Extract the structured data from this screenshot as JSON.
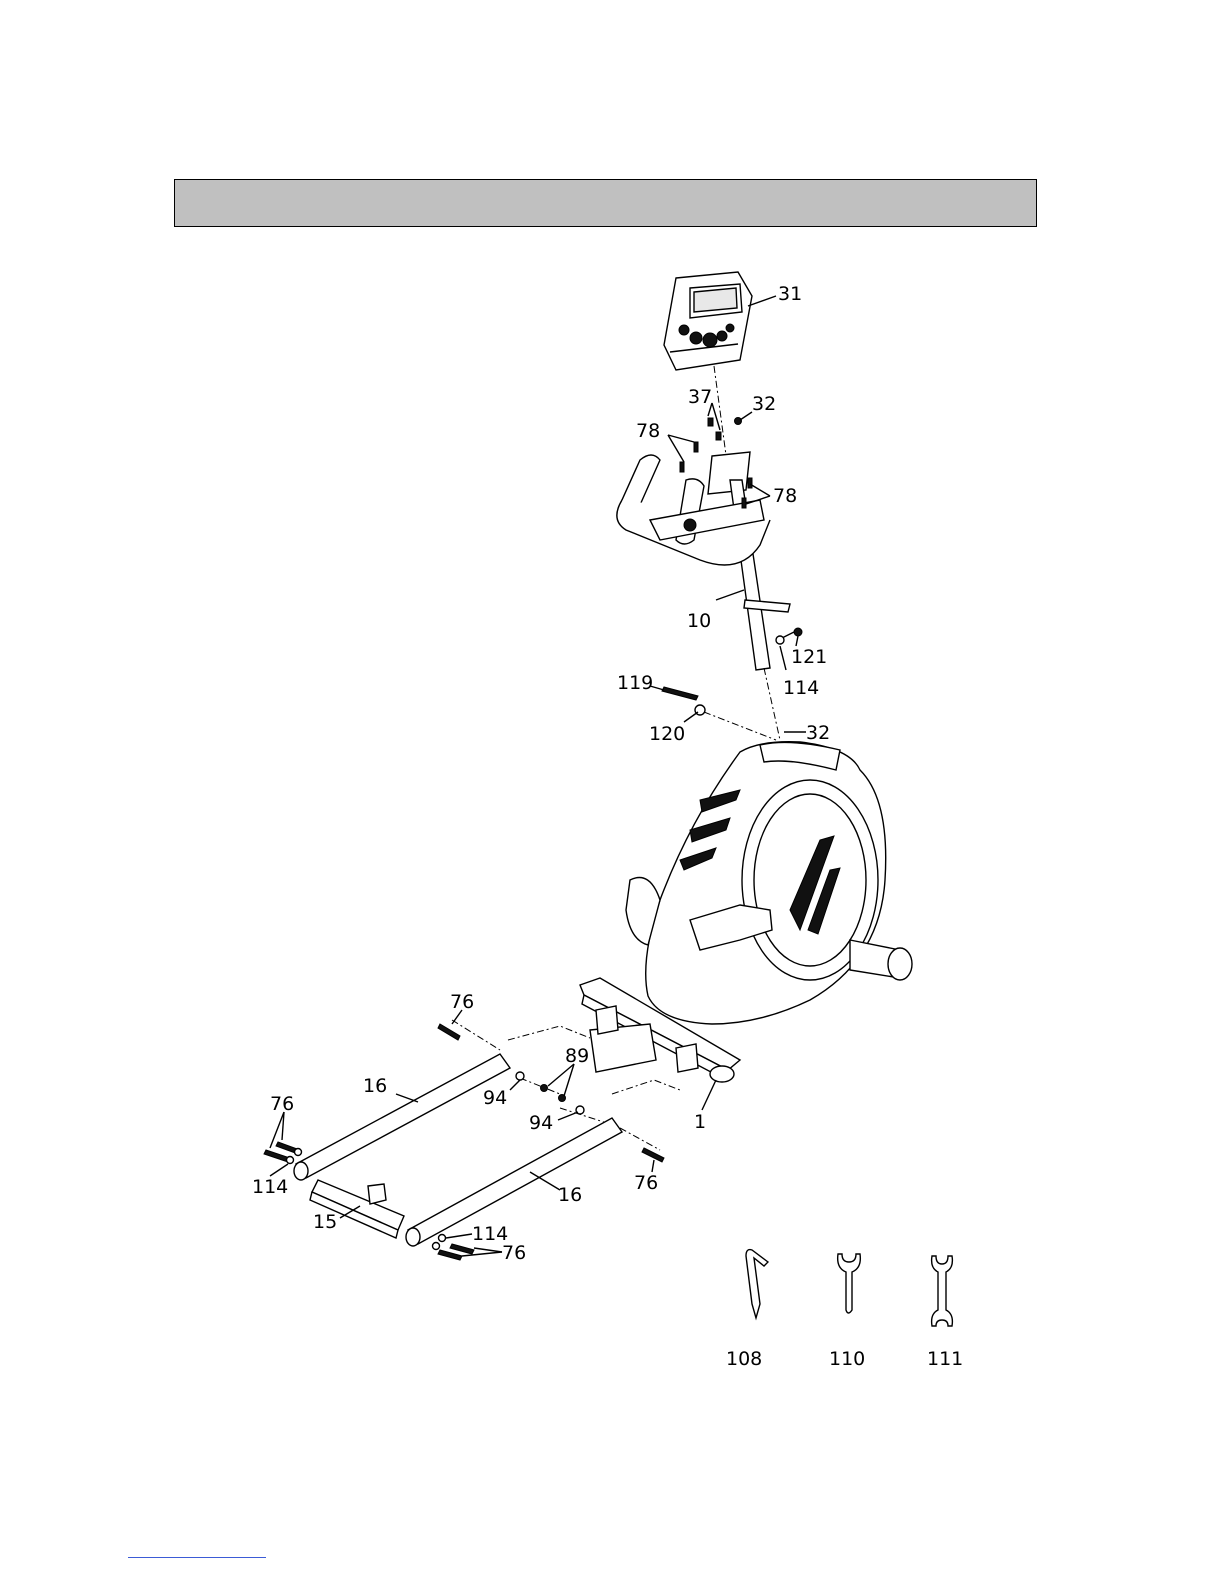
{
  "header": {
    "title": ""
  },
  "callouts": {
    "p31": "31",
    "p37": "37",
    "p32_top": "32",
    "p78_left": "78",
    "p78_right": "78",
    "p10": "10",
    "p121": "121",
    "p114_upper": "114",
    "p119": "119",
    "p120": "120",
    "p32_mid": "32",
    "p76_top": "76",
    "p89": "89",
    "p16_left": "16",
    "p94_left": "94",
    "p94_right": "94",
    "p1": "1",
    "p76_left": "76",
    "p114_left": "114",
    "p76_right": "76",
    "p16_right": "16",
    "p15": "15",
    "p114_lower": "114",
    "p76_lower": "76"
  },
  "tools": [
    {
      "label": "108",
      "icon": "allen-key-icon"
    },
    {
      "label": "110",
      "icon": "open-wrench-icon"
    },
    {
      "label": "111",
      "icon": "double-wrench-icon"
    }
  ]
}
